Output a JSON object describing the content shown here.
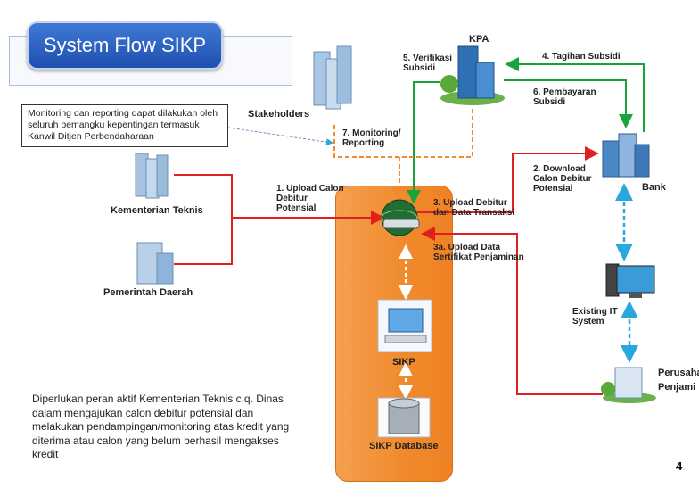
{
  "title": "System Flow SIKP",
  "note_box": "Monitoring dan reporting dapat dilakukan oleh seluruh pemangku kepentingan termasuk Kanwil Ditjen Perbendaharaan",
  "bottom_note": "Diperlukan peran aktif Kementerian Teknis c.q. Dinas dalam mengajukan calon debitur potensial dan melakukan pendampingan/monitoring atas kredit yang diterima atau calon yang belum berhasil mengakses kredit",
  "page_number": "4",
  "nodes": {
    "kpa": "KPA",
    "stakeholders": "Stakeholders",
    "kementerian": "Kementerian Teknis",
    "pemda": "Pemerintah Daerah",
    "bank": "Bank",
    "existing_it": "Existing IT System",
    "perusahaan": "Perusaha Penjami",
    "sikp": "SIKP",
    "sikp_db": "SIKP Database"
  },
  "edges": {
    "e1": "1. Upload Calon Debitur Potensial",
    "e2": "2. Download Calon Debitur Potensial",
    "e3": "3. Upload Debitur dan Data Transaksi",
    "e3a": "3a. Upload Data Sertifikat Penjaminan",
    "e4": "4. Tagihan Subsidi",
    "e5": "5. Verifikasi Subsidi",
    "e6": "6. Pembayaran Subsidi",
    "e7": "7. Monitoring/ Reporting"
  },
  "colors": {
    "red": "#e02020",
    "green": "#19a33a",
    "orange": "#f08a2c",
    "blue_dashed": "#29a8e0",
    "title_blue": "#2a5fc4"
  }
}
